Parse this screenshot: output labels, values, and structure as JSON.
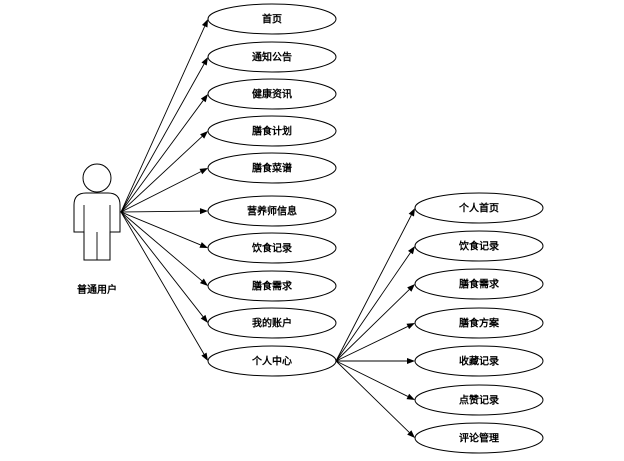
{
  "actor": {
    "label": "普通用户"
  },
  "use_cases": [
    {
      "id": "home",
      "label": "首页"
    },
    {
      "id": "notice",
      "label": "通知公告"
    },
    {
      "id": "health-info",
      "label": "健康资讯"
    },
    {
      "id": "diet-plan",
      "label": "膳食计划"
    },
    {
      "id": "diet-recipe",
      "label": "膳食菜谱"
    },
    {
      "id": "nutritionist-info",
      "label": "营养师信息"
    },
    {
      "id": "diet-record",
      "label": "饮食记录"
    },
    {
      "id": "diet-need",
      "label": "膳食需求"
    },
    {
      "id": "my-account",
      "label": "我的账户"
    },
    {
      "id": "personal-center",
      "label": "个人中心"
    }
  ],
  "personal_center_items": [
    {
      "id": "pc-home",
      "label": "个人首页"
    },
    {
      "id": "pc-diet-record",
      "label": "饮食记录"
    },
    {
      "id": "pc-diet-need",
      "label": "膳食需求"
    },
    {
      "id": "pc-diet-plan",
      "label": "膳食方案"
    },
    {
      "id": "pc-favorites",
      "label": "收藏记录"
    },
    {
      "id": "pc-likes",
      "label": "点赞记录"
    },
    {
      "id": "pc-comments",
      "label": "评论管理"
    }
  ]
}
